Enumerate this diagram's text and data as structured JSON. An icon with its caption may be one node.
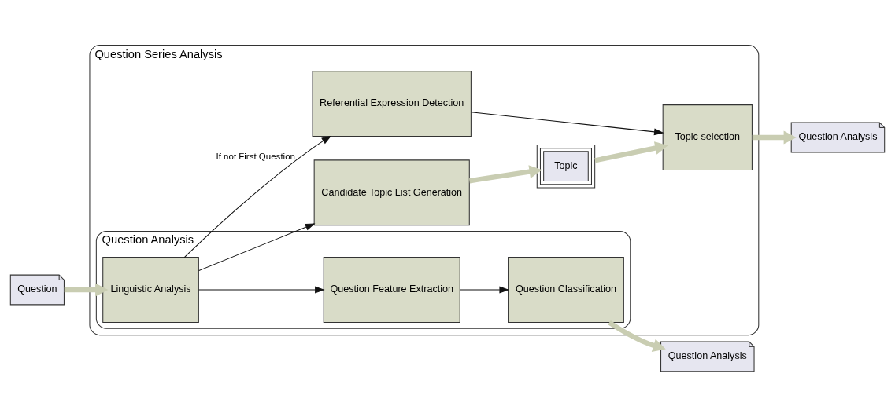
{
  "diagram": {
    "nodes": [
      {
        "text": [
          "Question Series Analysis"
        ]
      },
      {
        "text": [
          "Question Analysis"
        ],
        "in": 0
      },
      {
        "text": [
          "Question"
        ]
      },
      {
        "text": [
          "Linguistic Analysis"
        ],
        "in": 1
      },
      {
        "text": [
          "Question Feature Extraction"
        ],
        "in": 1
      },
      {
        "text": [
          "Question Classification"
        ],
        "in": 1
      },
      {
        "text": [
          "Question Analysis"
        ]
      },
      {
        "text": [
          "Candidate Topic List Generation"
        ],
        "in": 0
      },
      {
        "text": [
          "Topic"
        ],
        "in": 0
      },
      {
        "text": [
          "Referential Expression Detection"
        ],
        "in": 0
      },
      {
        "text": [
          "Topic selection"
        ],
        "in": 0
      },
      {
        "text": [
          "Question Analysis"
        ]
      }
    ],
    "edges": [
      {
        "from": 2,
        "to": 3,
        "arrow": "to",
        "style": "thick",
        "color": "#c9cdb2"
      },
      {
        "from": 3,
        "to": 4,
        "arrow": "to",
        "color": "#111111"
      },
      {
        "from": 4,
        "to": 5,
        "arrow": "to",
        "color": "#111111"
      },
      {
        "from": 5,
        "to": 6,
        "arrow": "to",
        "style": "thick",
        "color": "#c9cdb2"
      },
      {
        "from": 3,
        "to": 7,
        "arrow": "to",
        "color": "#111111"
      },
      {
        "from": 3,
        "to": 9,
        "arrow": "to",
        "label": "If not First Question",
        "color": "#111111"
      },
      {
        "from": 7,
        "to": 8,
        "arrow": "to",
        "style": "thick",
        "color": "#c9cdb2"
      },
      {
        "from": 8,
        "to": 10,
        "arrow": "to",
        "style": "thick",
        "color": "#c9cdb2"
      },
      {
        "from": 9,
        "to": 10,
        "arrow": "to",
        "color": "#111111"
      },
      {
        "from": 10,
        "to": 11,
        "arrow": "to",
        "style": "thick",
        "color": "#c9cdb2"
      }
    ]
  }
}
